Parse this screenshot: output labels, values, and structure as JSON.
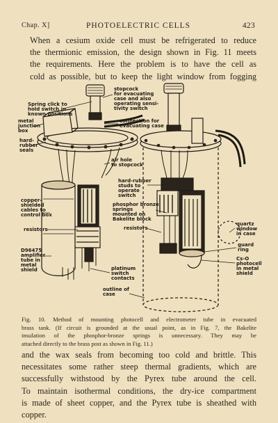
{
  "header": {
    "chapter": "Chap. X]",
    "title": "PHOTOELECTRIC CELLS",
    "page_number": "423"
  },
  "paragraph_top": [
    "When a cesium oxide cell must be refrigerated to reduce",
    "the thermionic emission, the design shown in Fig. 11 meets",
    "the requirements. Here the problem is to have the cell as",
    "cold as possible, but to keep the light window from fogging"
  ],
  "figure": {
    "labels": {
      "stopcock": [
        "stopcock",
        "for evacuating",
        "case and also",
        "operating sensi-",
        "tivity switch"
      ],
      "spring_click": [
        "Spring click to",
        "hold switch in",
        "known positions"
      ],
      "metal_box": [
        "metal",
        "junction",
        "box"
      ],
      "connection": [
        "connection for",
        "evacuating case"
      ],
      "hard_rubber_seals": [
        "hard-",
        "rubber",
        "seals"
      ],
      "air_hole": [
        "air hole",
        "to stopcock"
      ],
      "copper_cables": [
        "copper-",
        "shielded",
        "cables to",
        "control box"
      ],
      "hard_rubber_studs": [
        "hard-rubber",
        "studs to",
        "operate",
        "switch"
      ],
      "phosphor": [
        "phosphor bronze",
        "springs",
        "mounted on",
        "Bakelite block"
      ],
      "resistors_left": [
        "resistors"
      ],
      "resistors_right": [
        "resistors"
      ],
      "quartz": [
        "quartz",
        "window",
        "in case"
      ],
      "guard_ring": [
        "guard",
        "ring"
      ],
      "amplifier": [
        "D96475",
        "amplifier",
        "tube in",
        "metal",
        "shield"
      ],
      "photocell": [
        "Cs-O",
        "photocell",
        "in metal",
        "shield"
      ],
      "platinum": [
        "platinum",
        "switch",
        "contacts"
      ],
      "outline": [
        "outline of",
        "case"
      ]
    }
  },
  "caption": [
    "Fig. 10. Method of mounting photocell and electrometer tube in evacuated",
    "brass tank. (If circuit is grounded at the usual point, as in Fig. 7, the Bakelite",
    "insulation of the phosphor-bronze springs is unnecessary. They may be",
    "attached directly to the brass post as shown in Fig. 11.)"
  ],
  "paragraph_bottom": [
    "and the wax seals from becoming too cold and brittle. This",
    "necessitates some rather steep thermal gradients, which are",
    "successfully withstood by the Pyrex tube around the cell.",
    "To maintain isothermal conditions, the dry-ice compartment",
    "is made of sheet copper, and the Pyrex tube is sheathed with",
    "copper."
  ]
}
